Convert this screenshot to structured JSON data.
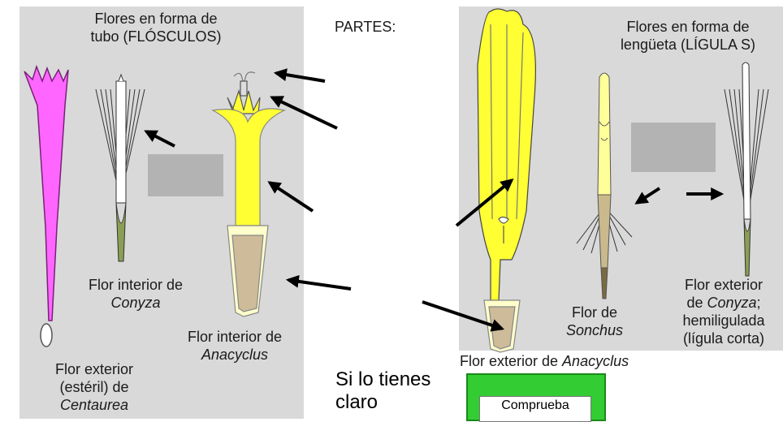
{
  "header": {
    "partes": "PARTES:"
  },
  "left_panel": {
    "title_line1": "Flores en forma de",
    "title_line2": "tubo (FLÓSCULOS)",
    "conyza_interior_line1": "Flor interior de",
    "conyza_interior_line2": "Conyza",
    "anacyclus_interior_line1": "Flor interior de",
    "anacyclus_interior_line2": "Anacyclus",
    "centaurea_line1": "Flor exterior",
    "centaurea_line2": "(estéril) de",
    "centaurea_line3": "Centaurea"
  },
  "right_panel": {
    "title_line1": "Flores en forma de",
    "title_line2": "lengüeta (LÍGULA S)",
    "sonchus_line1": "Flor de",
    "sonchus_line2": "Sonchus",
    "conyza_exterior_line1": "Flor exterior",
    "conyza_exterior_line2_pre": "de ",
    "conyza_exterior_line2_it": "Conyza",
    "conyza_exterior_line2_post": ";",
    "conyza_exterior_line3": "hemiligulada",
    "conyza_exterior_line4": "(lígula corta)",
    "anacyclus_exterior_pre": "Flor exterior de ",
    "anacyclus_exterior_it": "Anacyclus"
  },
  "bottom": {
    "si_lo_tienes_line1": "Si lo tienes",
    "si_lo_tienes_line2": "claro",
    "button_label": "Comprueba"
  },
  "colors": {
    "panel": "#d9d9d9",
    "yellow": "#ffff33",
    "magenta": "#ff66ff",
    "button_green": "#33cc33"
  }
}
